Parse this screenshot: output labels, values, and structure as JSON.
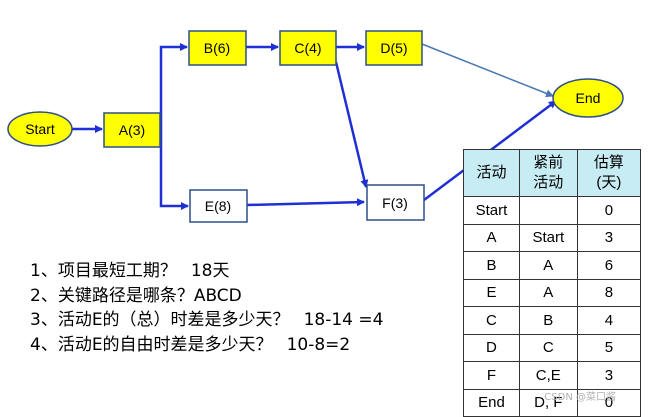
{
  "nodes": {
    "start": "Start",
    "a": "A(3)",
    "b": "B(6)",
    "c": "C(4)",
    "d": "D(5)",
    "e": "E(8)",
    "f": "F(3)",
    "end": "End"
  },
  "questions": [
    {
      "q": "1、项目最短工期？",
      "a": "18天"
    },
    {
      "q": "2、关键路径是哪条？ABCD",
      "a": ""
    },
    {
      "q": "3、活动E的（总）时差是多少天？",
      "a": "18-14 =4"
    },
    {
      "q": "4、活动E的自由时差是多少天？",
      "a": "10-8=2"
    }
  ],
  "table": {
    "headers": [
      "活动",
      "紧前\n活动",
      "估算\n(天)"
    ],
    "rows": [
      [
        "Start",
        "",
        "0"
      ],
      [
        "A",
        "Start",
        "3"
      ],
      [
        "B",
        "A",
        "6"
      ],
      [
        "E",
        "A",
        "8"
      ],
      [
        "C",
        "B",
        "4"
      ],
      [
        "D",
        "C",
        "5"
      ],
      [
        "F",
        "C,E",
        "3"
      ],
      [
        "End",
        "D, F",
        "0"
      ]
    ]
  },
  "colors": {
    "oval_fill": "#ffff00",
    "box_fill": "#ffff00",
    "box_stroke": "#2e4e8a",
    "critical_arrow": "#1f2fd6",
    "noncritical_arrow": "#4a78b4",
    "header_fill": "#c8ecf4"
  },
  "watermark": "CSDN @菜口酱"
}
